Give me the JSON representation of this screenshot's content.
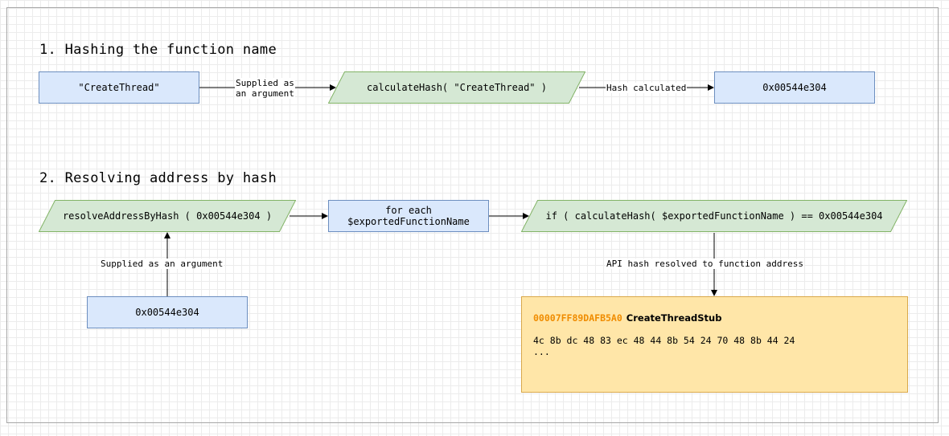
{
  "sections": {
    "section1_title": "1. Hashing the function name",
    "section2_title": "2. Resolving address by hash"
  },
  "flow1": {
    "input_name": "\"CreateThread\"",
    "edge1_label_line1": "Supplied as",
    "edge1_label_line2": "an argument",
    "calc_step": "calculateHash( \"CreateThread\" )",
    "edge2_label": "Hash calculated",
    "hash_result": "0x00544e304"
  },
  "flow2": {
    "resolve_call": "resolveAddressByHash ( 0x00544e304 )",
    "loop_line1": "for each",
    "loop_line2": "$exportedFunctionName",
    "condition": "if ( calculateHash( $exportedFunctionName ) == 0x00544e304",
    "arg_edge_label": "Supplied as an argument",
    "arg_hash": "0x00544e304",
    "resolved_edge_label": "API hash resolved to function address",
    "result_address": "00007FF89DAFB5A0",
    "result_function": "CreateThreadStub",
    "result_bytes": "4c 8b dc 48 83 ec 48 44 8b 54 24 70 48 8b 44 24",
    "result_ellipsis": "..."
  },
  "colors": {
    "process_fill": "#dae8fc",
    "process_stroke": "#6c8ebf",
    "data_fill": "#d5e8d4",
    "data_stroke": "#82b366",
    "note_fill": "#ffe6a8",
    "address_text": "#f08c00"
  }
}
